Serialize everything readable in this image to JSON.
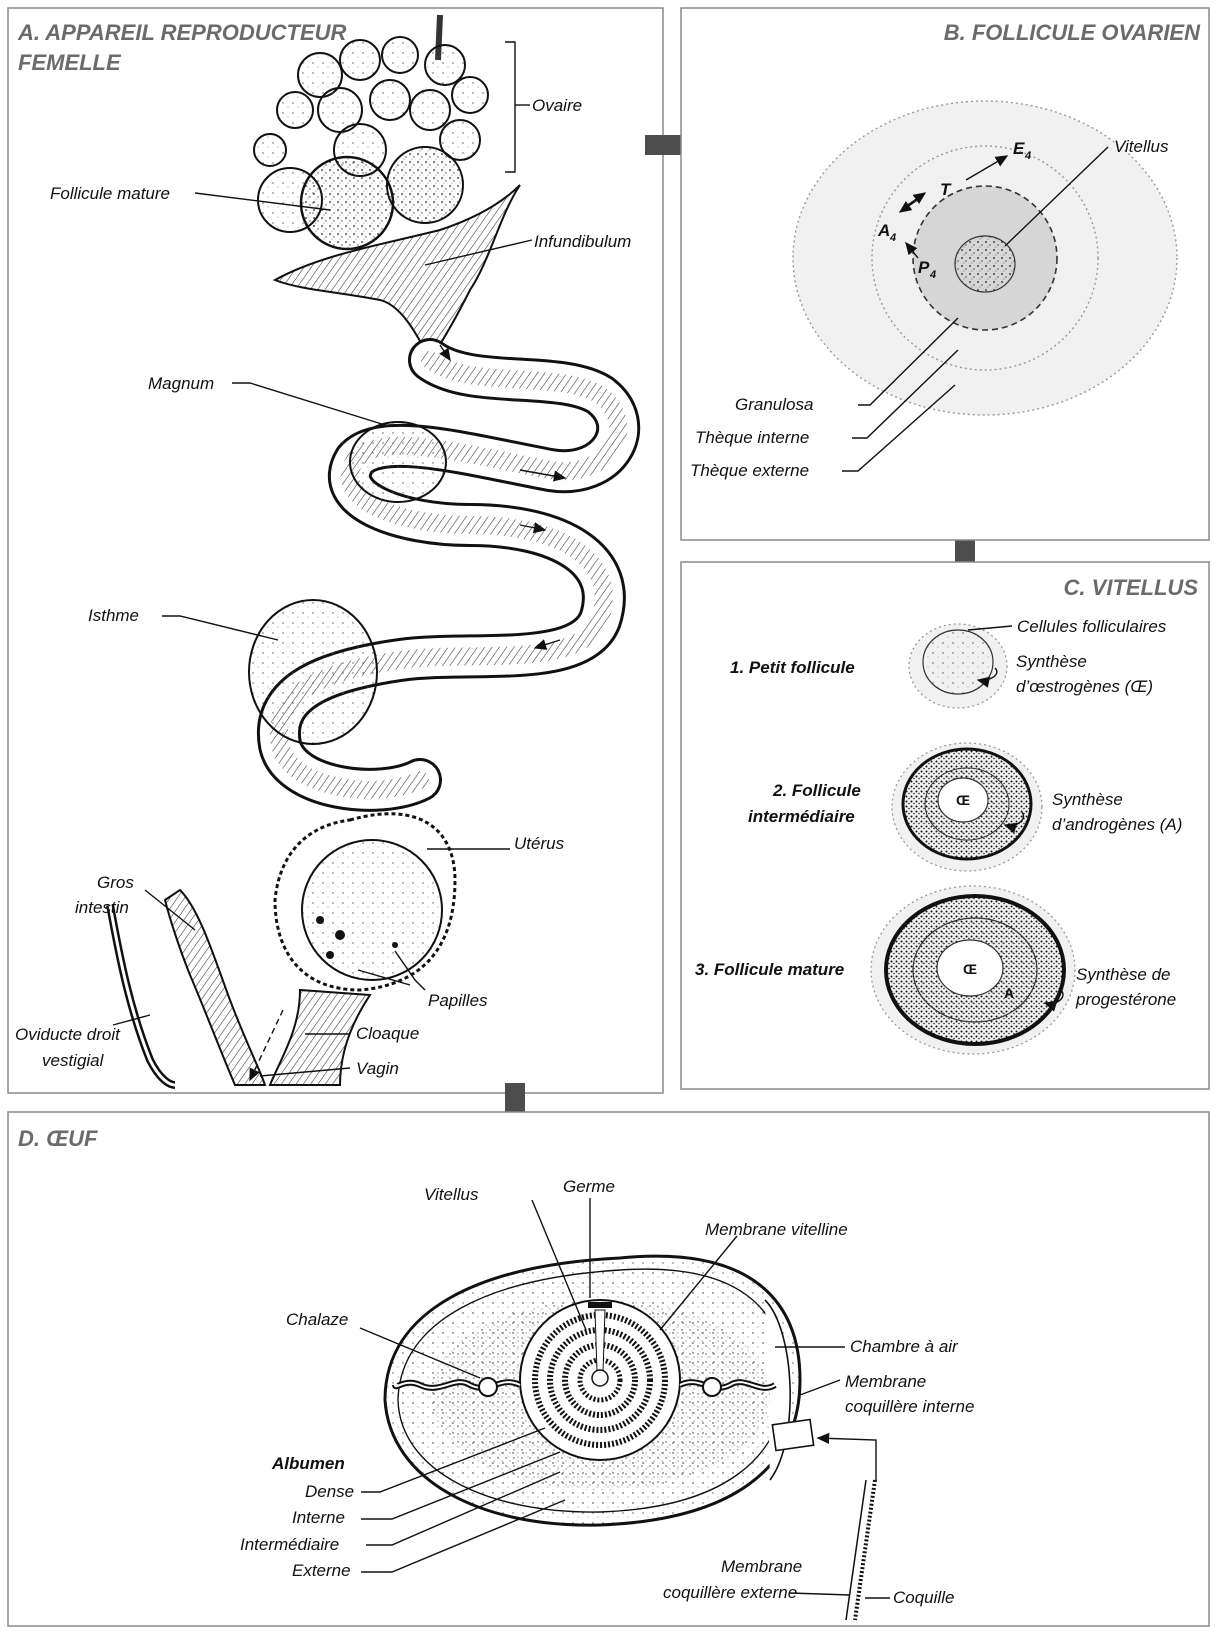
{
  "panels": {
    "a": {
      "title_line1": "A. APPAREIL REPRODUCTEUR",
      "title_line2": "FEMELLE",
      "labels": {
        "ovaire": "Ovaire",
        "follicule_mature": "Follicule mature",
        "infundibulum": "Infundibulum",
        "magnum": "Magnum",
        "isthme": "Isthme",
        "uterus": "Utérus",
        "gros_intestin_1": "Gros",
        "gros_intestin_2": "intestin",
        "papilles": "Papilles",
        "cloaque": "Cloaque",
        "oviducte_1": "Oviducte droit",
        "oviducte_2": "vestigial",
        "vagin": "Vagin"
      }
    },
    "b": {
      "title": "B. FOLLICULE OVARIEN",
      "labels": {
        "vitellus": "Vitellus",
        "granulosa": "Granulosa",
        "theque_interne": "Thèque interne",
        "theque_externe": "Thèque externe"
      },
      "hormones": {
        "e": "E",
        "e_sub": "4",
        "t": "T",
        "a": "A",
        "a_sub": "4",
        "p": "P",
        "p_sub": "4"
      }
    },
    "c": {
      "title": "C. VITELLUS",
      "stage1": "1. Petit follicule",
      "stage2_line1": "2. Follicule",
      "stage2_line2": "intermédiaire",
      "stage3": "3. Follicule mature",
      "cellules": "Cellules folliculaires",
      "synth1_line1": "Synthèse",
      "synth1_line2": "d’œstrogènes (Œ)",
      "synth2_line1": "Synthèse",
      "synth2_line2": "d’androgènes (A)",
      "synth3_line1": "Synthèse de",
      "synth3_line2": "progestérone",
      "oe_mark": "Œ",
      "a_mark": "A"
    },
    "d": {
      "title": "D. ŒUF",
      "labels": {
        "vitellus": "Vitellus",
        "germe": "Germe",
        "membrane_vitelline": "Membrane vitelline",
        "chalaze": "Chalaze",
        "chambre_air": "Chambre à air",
        "membrane_interne_1": "Membrane",
        "membrane_interne_2": "coquillère interne",
        "albumen": "Albumen",
        "dense": "Dense",
        "interne": "Interne",
        "intermediaire": "Intermédiaire",
        "externe": "Externe",
        "membrane_externe_1": "Membrane",
        "membrane_externe_2": "coquillère externe",
        "coquille": "Coquille"
      }
    }
  },
  "colors": {
    "panel_border": "#8a8a8a",
    "title_text": "#6b6b6b",
    "arrow": "#4d4d4d",
    "follicle_outer": "#f1f1f1",
    "granulosa": "#d6d6d6"
  }
}
